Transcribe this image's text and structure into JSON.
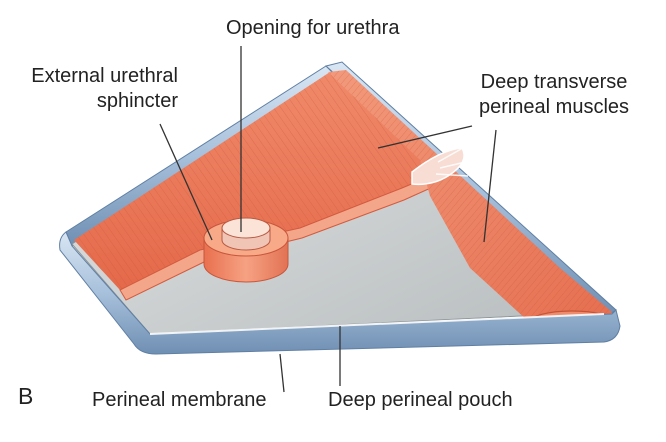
{
  "panel_letter": "B",
  "labels": {
    "opening": "Opening for urethra",
    "sphincter": [
      "External urethral",
      "sphincter"
    ],
    "transverse": [
      "Deep transverse",
      "perineal muscles"
    ],
    "membrane": "Perineal membrane",
    "pouch": "Deep perineal pouch"
  },
  "colors": {
    "muscle": "#ee8060",
    "muscle_light": "#f7a98c",
    "membrane_tube": "#9fb9d6",
    "membrane_surface": "#c9cdce",
    "leader": "#333333"
  }
}
